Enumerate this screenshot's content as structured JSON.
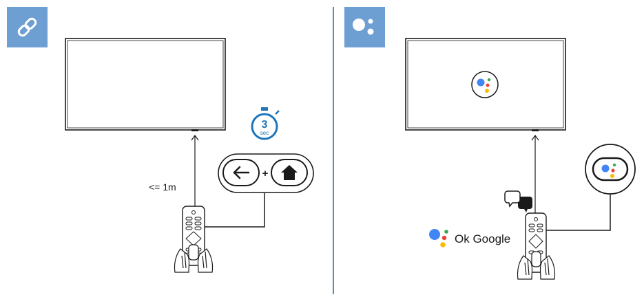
{
  "left_panel": {
    "badge_icon": "link-icon",
    "distance_label": "<= 1m",
    "timer_value": "3",
    "timer_unit": "sec",
    "button_combo": {
      "first": "back-arrow-icon",
      "plus": "+",
      "second": "home-icon"
    }
  },
  "right_panel": {
    "badge_icon": "google-assistant-icon",
    "voice_command": "Ok Google",
    "callout_button": "google-assistant-button"
  },
  "colors": {
    "badge_bg": "#6e9fd3",
    "divider": "#1f6f8b",
    "timer": "#1d75bb",
    "ga_blue": "#4285f4",
    "ga_red": "#ea4335",
    "ga_yellow": "#fbbc05",
    "ga_green": "#34a853",
    "line": "#1a1a1a"
  }
}
